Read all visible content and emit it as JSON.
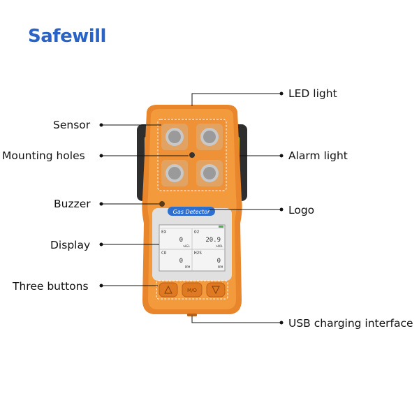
{
  "brand": {
    "name": "Safewill",
    "color": "#2a63c6"
  },
  "device": {
    "logo_text": "Gas Detector",
    "body_color": "#f39a3d",
    "screen": {
      "cells": [
        {
          "gas": "EX",
          "value": "0",
          "unit": "%LEL"
        },
        {
          "gas": "O2",
          "value": "20.9",
          "unit": "%VOL"
        },
        {
          "gas": "CO",
          "value": "0",
          "unit": "PPM"
        },
        {
          "gas": "H2S",
          "value": "0",
          "unit": "PPM"
        }
      ]
    },
    "button_middle_label": "M/O"
  },
  "callouts": {
    "left": {
      "sensor": "Sensor",
      "mounting_holes": "Mounting holes",
      "buzzer": "Buzzer",
      "display": "Display",
      "three_buttons": "Three buttons"
    },
    "right": {
      "led_light": "LED light",
      "alarm_light": "Alarm light",
      "logo": "Logo",
      "usb_charging_interface": "USB charging interface"
    }
  }
}
